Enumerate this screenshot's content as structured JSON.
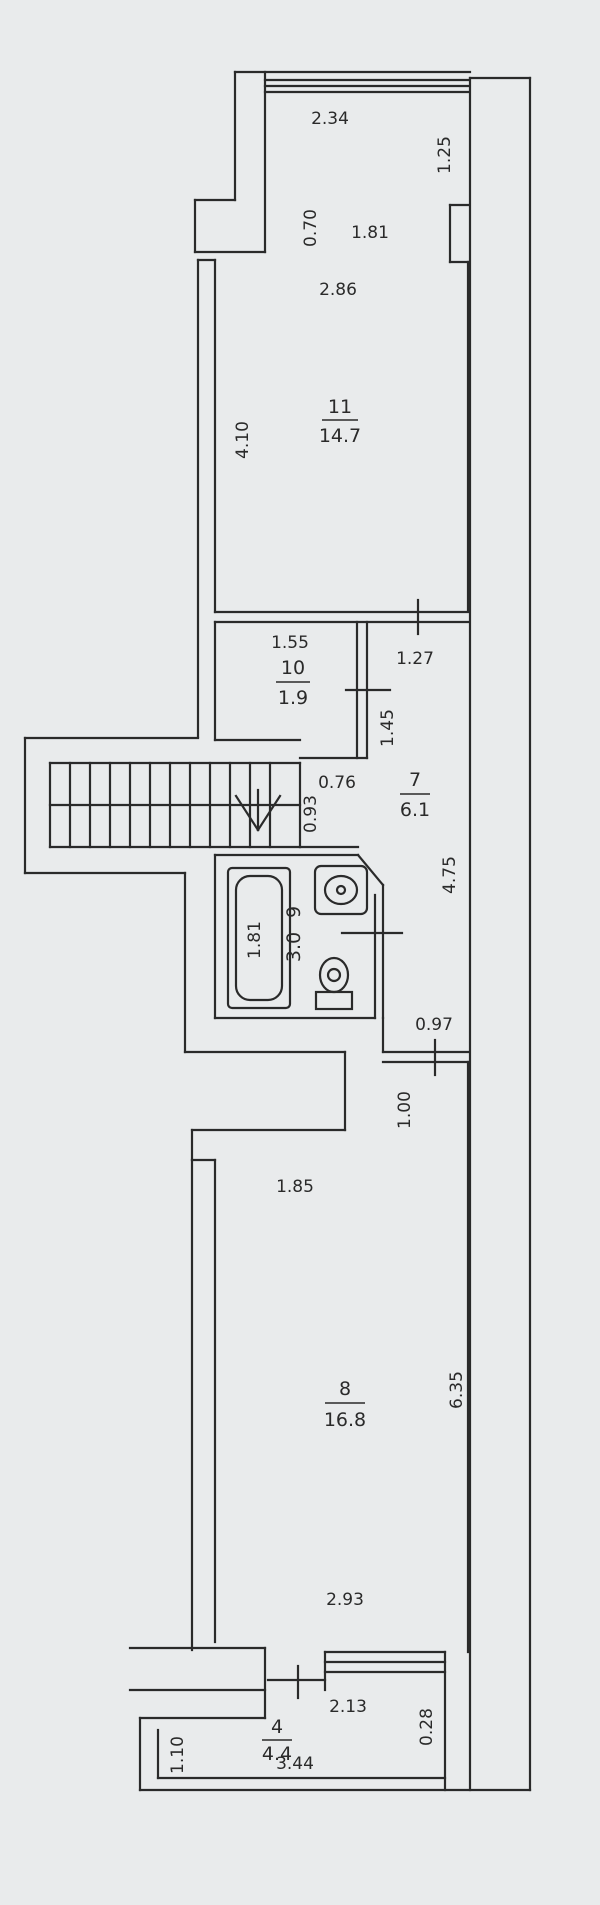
{
  "colors": {
    "paper": "#e9ebec",
    "ink": "#2a2a2a",
    "wall_fill": "#f3f4f4"
  },
  "rooms": [
    {
      "id": "11",
      "area": "14.7"
    },
    {
      "id": "10",
      "area": "1.9"
    },
    {
      "id": "7",
      "area": "6.1"
    },
    {
      "id": "9",
      "area": "3.0"
    },
    {
      "id": "8",
      "area": "16.8"
    },
    {
      "id": "4",
      "area": "4.4"
    }
  ],
  "dimensions": {
    "d_2_34": "2.34",
    "d_1_25": "1.25",
    "d_0_70": "0.70",
    "d_1_81_top": "1.81",
    "d_2_86": "2.86",
    "d_4_10": "4.10",
    "d_1_55": "1.55",
    "d_1_27": "1.27",
    "d_1_45": "1.45",
    "d_0_76": "0.76",
    "d_0_93": "0.93",
    "d_4_75": "4.75",
    "d_1_81_bath": "1.81",
    "d_0_97": "0.97",
    "d_1_00": "1.00",
    "d_1_85": "1.85",
    "d_6_35": "6.35",
    "d_2_93": "2.93",
    "d_2_13": "2.13",
    "d_0_28": "0.28",
    "d_1_10": "1.10",
    "d_3_44": "3.44"
  },
  "icons": [
    "stair-arrow-icon",
    "bathtub-icon",
    "sink-icon",
    "toilet-icon",
    "door-marker-icon"
  ]
}
